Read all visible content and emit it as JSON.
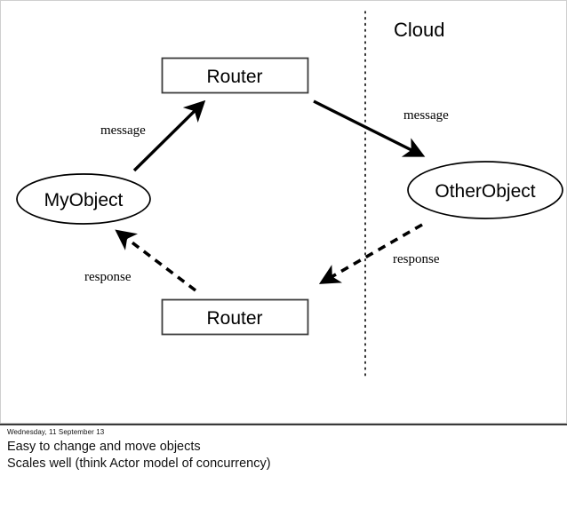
{
  "slide": {
    "cloud_label": "Cloud",
    "nodes": [
      {
        "id": "router-top",
        "type": "box",
        "label": "Router"
      },
      {
        "id": "router-bottom",
        "type": "box",
        "label": "Router"
      },
      {
        "id": "myobject",
        "type": "ellipse",
        "label": "MyObject"
      },
      {
        "id": "otherobject",
        "type": "ellipse",
        "label": "OtherObject"
      }
    ],
    "edges": [
      {
        "id": "myobject-to-router-top",
        "label": "message",
        "style": "solid",
        "from": "myobject",
        "to": "router-top"
      },
      {
        "id": "router-top-to-otherobject",
        "label": "message",
        "style": "solid",
        "from": "router-top",
        "to": "otherobject"
      },
      {
        "id": "router-bottom-to-myobject",
        "label": "response",
        "style": "dashed",
        "from": "router-bottom",
        "to": "myobject"
      },
      {
        "id": "otherobject-to-router-bottom",
        "label": "response",
        "style": "dashed",
        "from": "otherobject",
        "to": "router-bottom"
      }
    ],
    "boundary": {
      "name": "cloud-divider",
      "style": "dotted"
    },
    "colors": {
      "stroke": "#000000",
      "text": "#000000",
      "background": "#ffffff",
      "slide_border": "#cfcfcf",
      "rule": "#3a3a3a"
    }
  },
  "notes": {
    "date": "Wednesday, 11 September 13",
    "lines": [
      "Easy to change and move objects",
      "Scales well (think Actor model of concurrency)"
    ]
  }
}
